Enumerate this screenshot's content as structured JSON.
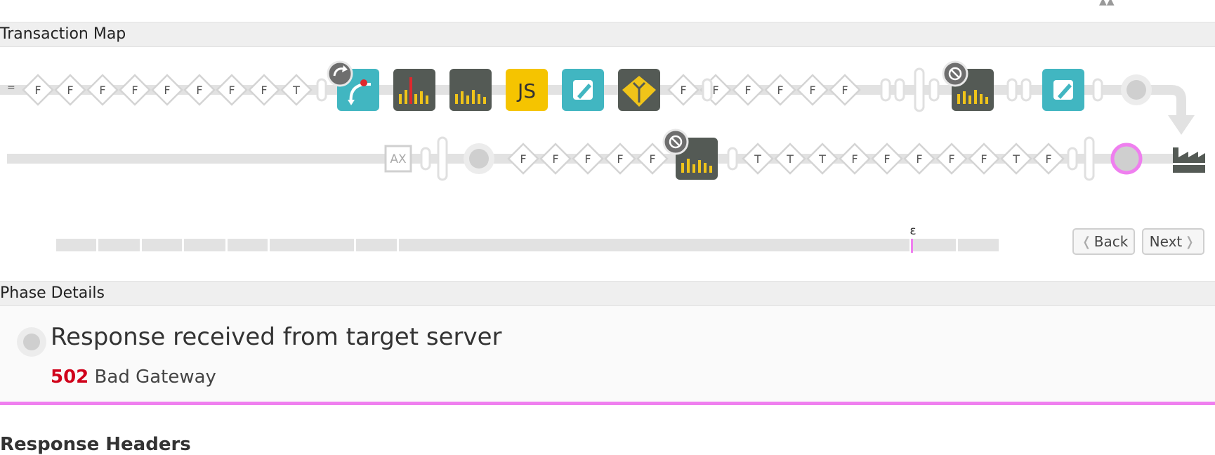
{
  "sections": {
    "transaction_map": "Transaction Map",
    "phase_details": "Phase Details"
  },
  "map": {
    "row1_first_items": [
      "F",
      "F",
      "F",
      "F",
      "F",
      "F",
      "F",
      "F",
      "T"
    ],
    "js_label": "JS",
    "row1_mid_items": [
      "F",
      "F",
      "F",
      "F",
      "F",
      "F"
    ],
    "row2_left_label": "AX",
    "row2_mid_items": [
      "F",
      "F",
      "F",
      "F",
      "F"
    ],
    "row2_right_items": [
      "T",
      "T",
      "T",
      "F",
      "F",
      "F",
      "F",
      "F",
      "T",
      "F"
    ]
  },
  "timeline": {
    "marker_label": "ε"
  },
  "nav": {
    "back": "Back",
    "next": "Next",
    "back_chevron": "❬",
    "next_chevron": "❭"
  },
  "phase": {
    "title": "Response received from target server",
    "status_code": "502",
    "status_text": "Bad Gateway"
  },
  "response_headers": {
    "title": "Response Headers"
  },
  "colors": {
    "teal": "#41b6c1",
    "dark": "#545a55",
    "yellow": "#f5c400",
    "pink": "#ef7fef",
    "error": "#d0021b",
    "bar_yellow": "#f0c419",
    "bar_red": "#e0282d"
  }
}
